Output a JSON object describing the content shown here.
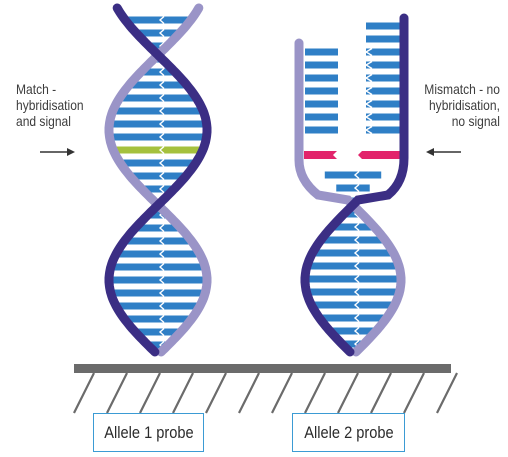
{
  "labels": {
    "left": "Match -\nhybridisation\nand signal",
    "right": "Mismatch - no\nhybridisation,\nno signal"
  },
  "probes": [
    {
      "label": "Allele 1 probe"
    },
    {
      "label": "Allele 2 probe"
    }
  ],
  "colors": {
    "dark_strand": "#3b2e84",
    "light_strand": "#9a94c7",
    "base_pair": "#2f7fc6",
    "match_pair": "#a5c13d",
    "mismatch_pair": "#e2246b",
    "surface": "#6b6b6b",
    "box_border": "#3b9bd4"
  },
  "icons": {
    "left_arrow": "arrow-right-icon",
    "right_arrow": "arrow-left-icon"
  }
}
